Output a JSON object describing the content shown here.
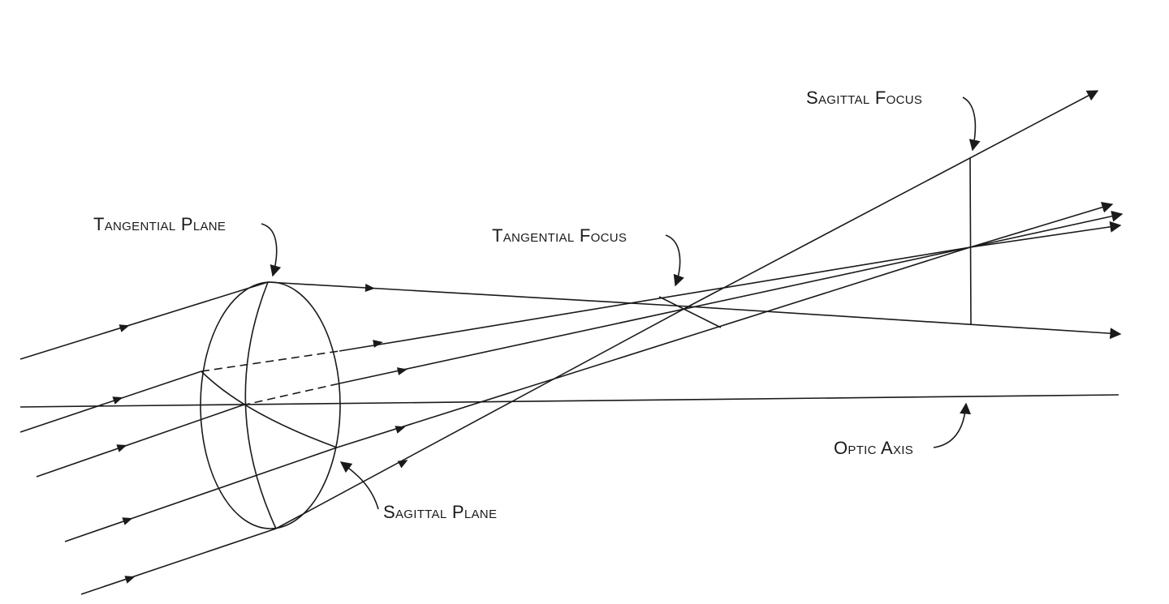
{
  "labels": {
    "sagittal_focus": "Sagittal Focus",
    "tangential_plane": "Tangential Plane",
    "tangential_focus": "Tangential Focus",
    "optic_axis": "Optic Axis",
    "sagittal_plane": "Sagittal Plane"
  },
  "colors": {
    "ink": "#1a1a1a",
    "background": "#ffffff"
  }
}
